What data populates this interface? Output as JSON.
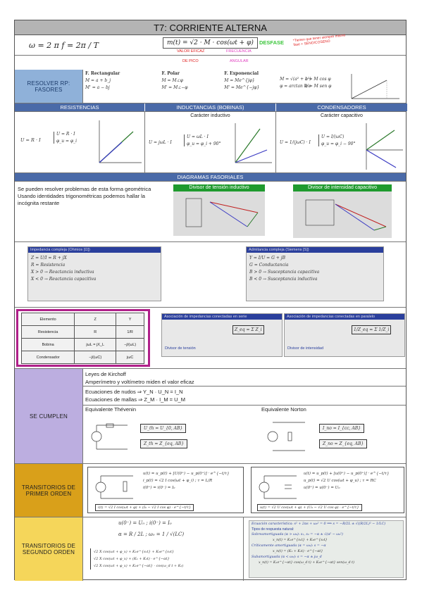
{
  "title": "T7: CORRIENTE ALTERNA",
  "top_formula_left": "ω = 2 π f = 2π / T",
  "top_formula_right": "m(t) = √2 · M · cos(ωt + φ)",
  "annotations": {
    "desfase": "DESFASE",
    "desfase_note": "*Tienen que tener siempre mismo fase + SENO/COSENO",
    "valor_eficaz": "VALOR EFICAZ",
    "de_pico": "DE PICO",
    "frecuencia": "FRECUENCIA",
    "angular": "ANGULAR"
  },
  "fasores": {
    "label": "RESOLVER RP: FASORES",
    "columns": [
      {
        "heading": "F. Rectangular",
        "l1": "M = a + b_j",
        "l2": "M' = a − bj"
      },
      {
        "heading": "F. Polar",
        "l1": "M = M∠φ",
        "l2": "M' = M∠−φ"
      },
      {
        "heading": "F. Exponencial",
        "l1": "M = Me^{jφ}",
        "l2": "M' = Me^{−jφ}"
      }
    ],
    "conv1": "M = √(a² + b²)",
    "conv2": "φ = arctan b/a",
    "conv3": "a = M cos φ",
    "conv4": "b = M sen φ"
  },
  "components": {
    "resistencias": "RESISTENCIAS",
    "inductancias": "INDUCTANCIAS (BOBINAS)",
    "condensadores": "CONDENSADORES",
    "caracter_inductivo": "Carácter inductivo",
    "caracter_capacitivo": "Carácter capacitivo",
    "res_formula": "U = R · I",
    "res_sub1": "U = R · I",
    "res_sub2": "φ_u = φ_i",
    "ind_formula": "U = jωL · I",
    "ind_sub1": "U = ωL · I",
    "ind_sub2": "φ_u = φ_i + 90°",
    "cap_formula": "U = 1/(jωC) · I",
    "cap_sub1": "U = I/(ωC)",
    "cap_sub2": "φ_u = φ_i − 90°"
  },
  "diagramas": {
    "header": "DIAGRAMAS FASORIALES",
    "text": [
      "Se pueden resolver problemas de esta forma geométrica",
      "Usando identidades trigonométricas podemos hallar la incógnita restante"
    ],
    "divisor_tension": "Divisor de tensión inductivo",
    "divisor_intensidad": "Divisor de intensidad capacitivo"
  },
  "impedancia": {
    "left_header": "Impedancia compleja (Ohmios [Ω])",
    "left_lines": [
      "Z = U/I = R + jX",
      "R = Resistencia",
      "X > 0 → Reactancia inductiva",
      "X < 0 → Reactancia capacitiva"
    ],
    "right_header": "Admitancia compleja (Siemens [S])",
    "right_lines": [
      "Y = I/U = G + jB",
      "G = Conductancia",
      "B > 0 → Susceptancia capacitiva",
      "B < 0 → Susceptancia inductiva"
    ]
  },
  "elementos_table": {
    "rows": [
      [
        "Elemento",
        "Z",
        "Y"
      ],
      [
        "Resistencia",
        "R",
        "1/R"
      ],
      [
        "Bobina",
        "jωL = jX_L",
        "−j/(ωL)"
      ],
      [
        "Condensador",
        "−j/(ωC)",
        "jωC"
      ]
    ]
  },
  "asociacion": {
    "serie_header": "Asociación de impedancias conectadas en serie",
    "serie_formula": "Z_eq = Σ Z_i",
    "serie_div": "Divisor de tensión",
    "paralelo_header": "Asociación de impedancias conectadas en paralelo",
    "paralelo_formula": "1/Z_eq = Σ 1/Z_i",
    "paralelo_div": "Divisor de intensidad"
  },
  "se_cumplen": {
    "label": "SE CUMPLEN",
    "l1": "Leyes de Kirchoff",
    "l2": "Amperímetro y voltímetro miden el valor eficaz",
    "l3": "Ecuaciones de nudos ⇒ Y_N · U_N = I_N",
    "l4": "Ecuaciones de mallas ⇒ Z_M · I_M = U_M",
    "thevenin": "Equivalente Thévenin",
    "norton": "Equivalente Norton",
    "th_f1": "U_th = U_{0, AB}",
    "th_f2": "Z_th = Z_{eq, AB}",
    "no_f1": "I_no = I_{cc, AB}",
    "no_f2": "Z_no = Z_{eq, AB}"
  },
  "primer_orden": {
    "label": "TRANSITORIOS DE PRIMER ORDEN",
    "l1": "u(t) = u_p(t) + [U(0⁺) − u_p(0⁺)] · e^{−t/τ}",
    "l2": "i_p(t) = √2 I cos(ωt + φ_i) ; τ = L/R",
    "l3": "i(0⁺) = i(0⁻) = I₀",
    "b1": "i(t) = √2 I cos(ωt + φ) + (I₀ − √2 I cos φ) · e^{−t/τ}",
    "r1": "u(t) = u_p(t) + [u(0⁺) − u_p(0⁺)] · e^{−t/τ}",
    "r2": "u_p(t) = √2 U cos(ωt + φ_u) ; τ = RC",
    "r3": "u(0⁺) = u(0⁻) = U₀",
    "b2": "u(t) = √2 U cos(ωt + φ) + (U₀ − √2 U cos φ) · e^{−t/τ}"
  },
  "segundo_orden": {
    "label": "TRANSITORIOS DE SEGUNDO ORDEN",
    "l1": "u(0⁻) = U₀ ; i(0⁻) = I₀",
    "l2": "α = R / 2L ; ω₀ = 1 / √(LC)",
    "eq_header": "Ecuación característica: s² + 2αs + ω₀² = 0 ⟹ s = −R/2L ± √((R/2L)² − 1/LC)",
    "tipos": "Tipos de respuesta natural:",
    "sobre": "Sobreamortiguada (α > ω₀): s₁, s₂ = −α ± √(α² − ω₀²)",
    "sobre2": "x_n(t) = K₁e^{s₁t} + K₂e^{s₂t}",
    "critico": "Críticamente amortiguada (α = ω₀): s = −α",
    "critico2": "x_n(t) = (K₁ + K₂t) · e^{−αt}",
    "sub": "Subamortiguada (α < ω₀): s = −α ± jω_d",
    "sub2": "x_n(t) = K₁e^{−αt} cos(ω_d t) + K₂e^{−αt} sen(ω_d t)",
    "sol1": "√2 X cos(ωt + φ_x) + K₁e^{s₁t} + K₂e^{s₂t}",
    "sol2": "√2 X cos(ωt + φ_x) + (K₁ + K₂t) · e^{−αt}",
    "sol3": "√2 X cos(ωt + φ_x) + K₁e^{−αt} · cos(ω_d t + K₂)"
  }
}
